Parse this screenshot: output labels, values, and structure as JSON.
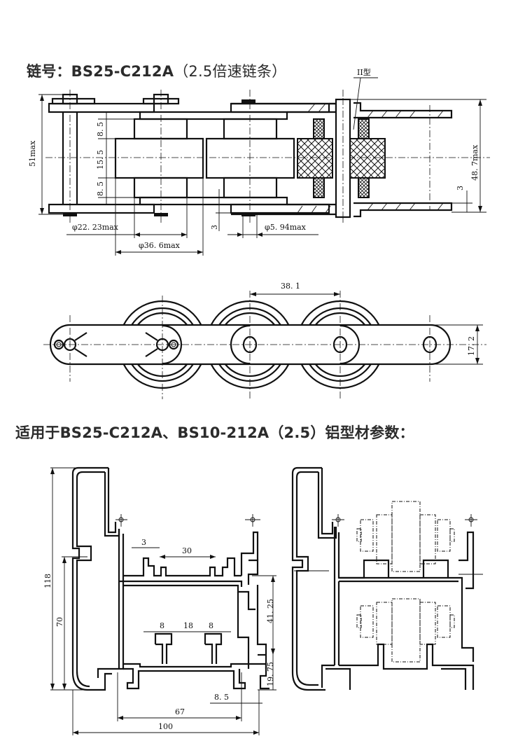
{
  "headings": {
    "chain_label": "链号：",
    "chain_model": "BS25-C212A",
    "chain_note": "（2.5倍速链条）",
    "profile_title": "适用于BS25-C212A、BS10-212A（2.5）铝型材参数："
  },
  "chain_top_view": {
    "type_label": "II型",
    "dims": {
      "overall_width": "51max",
      "inner_8_5_top": "8. 5",
      "inner_15_5": "15. 5",
      "inner_8_5_bottom": "8. 5",
      "small_roller_dia": "φ22. 23max",
      "large_roller_dia": "φ36. 6max",
      "plate_thickness": "3",
      "pin_dia": "φ5. 94max",
      "right_plate": "3",
      "right_width": "48. 7max"
    }
  },
  "chain_side_view": {
    "dims": {
      "pitch": "38. 1",
      "plate_height": "17. 2"
    }
  },
  "profile_left": {
    "dims": {
      "height_total": "118",
      "height_70": "70",
      "slot_3": "3",
      "slot_30": "30",
      "dim_41_25": "41. 25",
      "dim_8a": "8",
      "dim_18": "18",
      "dim_8b": "8",
      "dim_19_75": "19. 75",
      "dim_8_5": "8. 5",
      "dim_67": "67",
      "dim_100": "100"
    }
  }
}
